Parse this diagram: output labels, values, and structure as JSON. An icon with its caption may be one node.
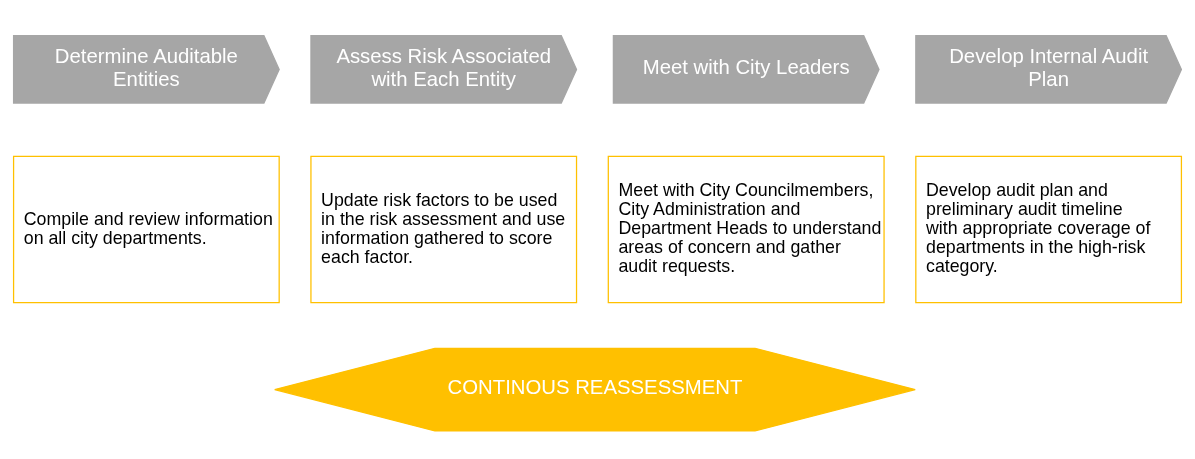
{
  "diagram": {
    "nodes": [
      {
        "text": [
          "Determine Auditable Entities"
        ]
      },
      {
        "text": [
          "Compile and review information on all city departments."
        ]
      },
      {
        "text": [
          "Assess Risk Associated with Each Entity"
        ]
      },
      {
        "text": [
          "Update risk factors to be used in the risk assessment and use information gathered to score each factor."
        ]
      },
      {
        "text": [
          "Meet with City Leaders"
        ]
      },
      {
        "text": [
          "Meet with City Councilmembers, City Administration and Department Heads to understand areas of concern and gather audit requests."
        ]
      },
      {
        "text": [
          "Develop Internal Audit Plan"
        ]
      },
      {
        "text": [
          "Develop audit plan and preliminary audit timeline with appropriate coverage of departments in the high-risk category."
        ]
      },
      {
        "text": [
          "CONTINOUS REASSESSMENT"
        ]
      }
    ],
    "edges": []
  }
}
